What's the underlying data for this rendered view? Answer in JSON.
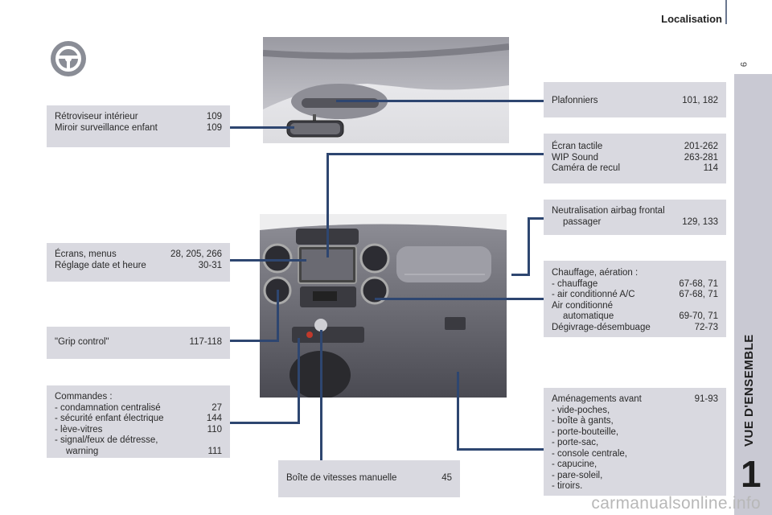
{
  "header": {
    "title": "Localisation",
    "page_number": "9"
  },
  "side_tab": {
    "label": "VUE D'ENSEMBLE",
    "chapter_number": "1"
  },
  "boxes": {
    "mirror": {
      "rows": [
        {
          "label": "Rétroviseur intérieur",
          "value": "109"
        },
        {
          "label": "Miroir surveillance enfant",
          "value": "109"
        }
      ]
    },
    "screens": {
      "rows": [
        {
          "label": "Écrans, menus",
          "value": "28, 205, 266"
        },
        {
          "label": "Réglage date et heure",
          "value": "30-31"
        }
      ]
    },
    "grip": {
      "rows": [
        {
          "label": "\"Grip control\"",
          "value": "117-118"
        }
      ]
    },
    "controls": {
      "title": "Commandes :",
      "rows": [
        {
          "label": "-  condamnation centralisé",
          "value": "27"
        },
        {
          "label": "-  sécurité enfant électrique",
          "value": "144"
        },
        {
          "label": "-  lève-vitres",
          "value": "110"
        },
        {
          "label": "-  signal/feux de détresse,",
          "value": ""
        },
        {
          "label": "warning",
          "value": "111"
        }
      ]
    },
    "gearbox": {
      "rows": [
        {
          "label": "Boîte de vitesses manuelle",
          "value": "45"
        }
      ]
    },
    "ceiling": {
      "rows": [
        {
          "label": "Plafonniers",
          "value": "101, 182"
        }
      ]
    },
    "touchscreen": {
      "rows": [
        {
          "label": "Écran tactile",
          "value": "201-262"
        },
        {
          "label": "WIP Sound",
          "value": "263-281"
        },
        {
          "label": "Caméra de recul",
          "value": "114"
        }
      ]
    },
    "airbag": {
      "title": "Neutralisation airbag frontal",
      "rows": [
        {
          "label": "passager",
          "value": "129, 133"
        }
      ]
    },
    "heating": {
      "title": "Chauffage, aération :",
      "rows": [
        {
          "label": "-  chauffage",
          "value": "67-68, 71"
        },
        {
          "label": "-  air conditionné A/C",
          "value": "67-68, 71"
        },
        {
          "label": "Air conditionné",
          "value": ""
        },
        {
          "label": "automatique",
          "value": "69-70, 71"
        },
        {
          "label": "Dégivrage-désembuage",
          "value": "72-73"
        }
      ]
    },
    "front": {
      "rows": [
        {
          "label": "Aménagements avant",
          "value": "91-93"
        }
      ],
      "items": [
        "-  vide-poches,",
        "-  boîte à gants,",
        "-  porte-bouteille,",
        "-  porte-sac,",
        "-  console centrale,",
        "-  capucine,",
        "-  pare-soleil,",
        "-  tiroirs."
      ]
    }
  },
  "footer": {
    "url": "carmanualsonline.info"
  },
  "icons": {
    "steering": "steering-wheel-icon"
  },
  "colors": {
    "box_bg": "#d9d9e0",
    "leader_line": "#2e4670",
    "side_tab": "#c9c9d3"
  }
}
